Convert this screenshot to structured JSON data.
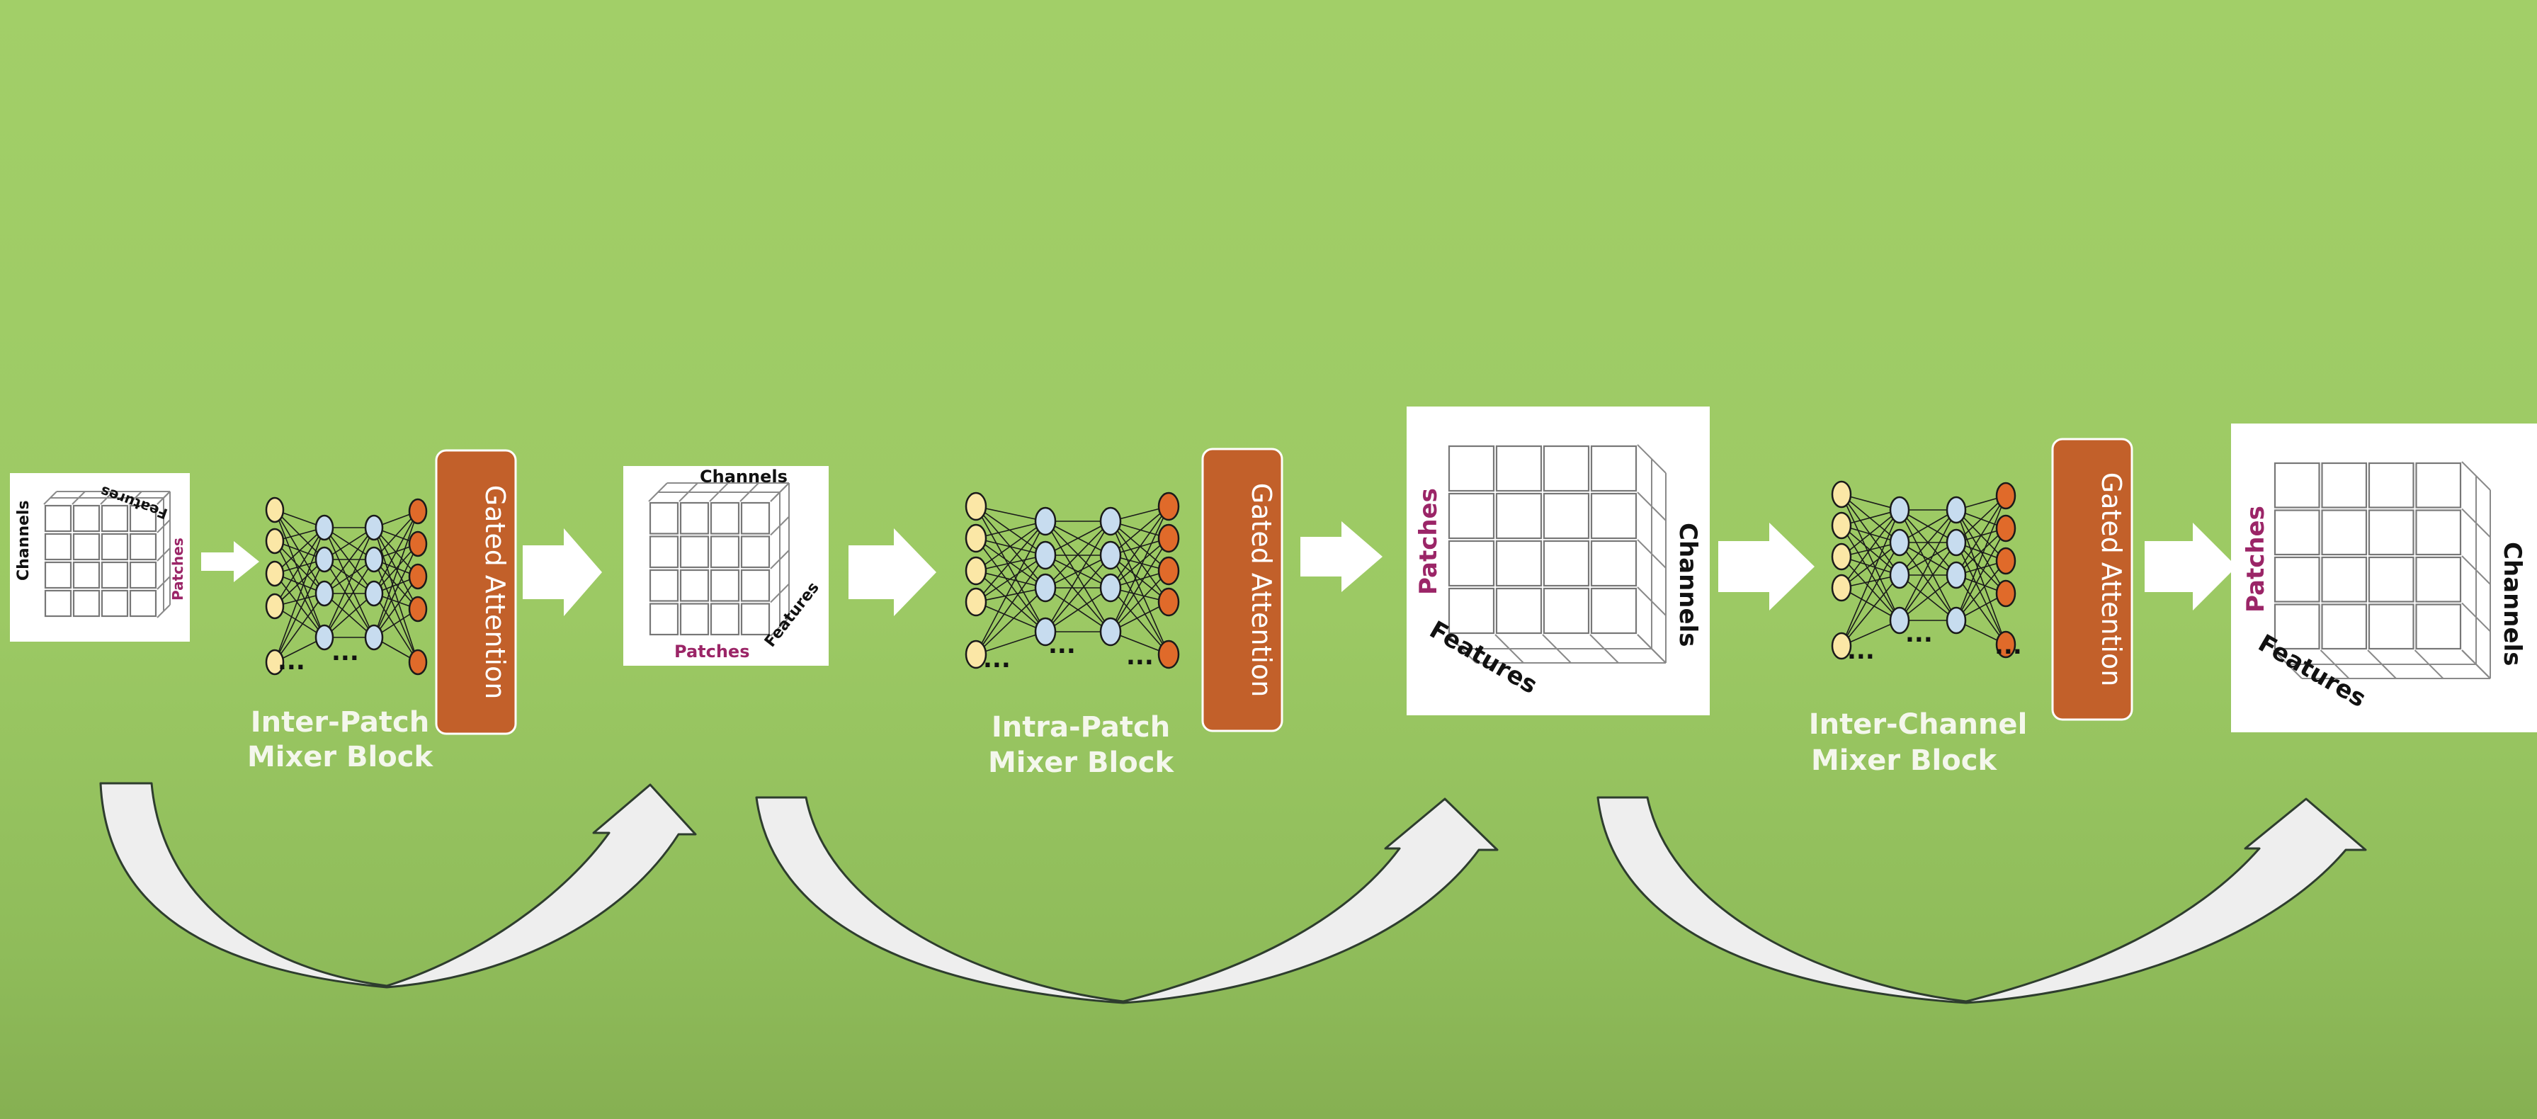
{
  "colors": {
    "background": "#9ec965",
    "gate": "#c2602a",
    "input_node": "#fbe7a6",
    "hidden_node": "#c7dcef",
    "output_node": "#e06a2a",
    "patches_label": "#9b2567",
    "arrow_fill": "#ffffff",
    "skip_arrow_fill": "#eeeeee"
  },
  "cubes": [
    {
      "labels": {
        "channels": "Channels",
        "features": "Features",
        "patches": "Patches"
      }
    },
    {
      "labels": {
        "channels": "Channels",
        "features": "Features",
        "patches": "Patches"
      }
    },
    {
      "labels": {
        "channels": "Channels",
        "features": "Features",
        "patches": "Patches"
      }
    },
    {
      "labels": {
        "channels": "Channels",
        "features": "Features",
        "patches": "Patches"
      }
    }
  ],
  "blocks": [
    {
      "name_line1": "Inter-Patch",
      "name_line2": "Mixer Block",
      "gate_label": "Gated Attention",
      "ellipsis": "..."
    },
    {
      "name_line1": "Intra-Patch",
      "name_line2": "Mixer Block",
      "gate_label": "Gated Attention",
      "ellipsis": "..."
    },
    {
      "name_line1": "Inter-Channel",
      "name_line2": "Mixer Block",
      "gate_label": "Gated Attention",
      "ellipsis": "..."
    }
  ],
  "icons": {
    "flow_arrow": "right-arrow-icon",
    "skip_arrow": "curved-residual-arrow-icon",
    "network": "neural-network-icon",
    "cube": "3d-grid-cube-icon"
  }
}
